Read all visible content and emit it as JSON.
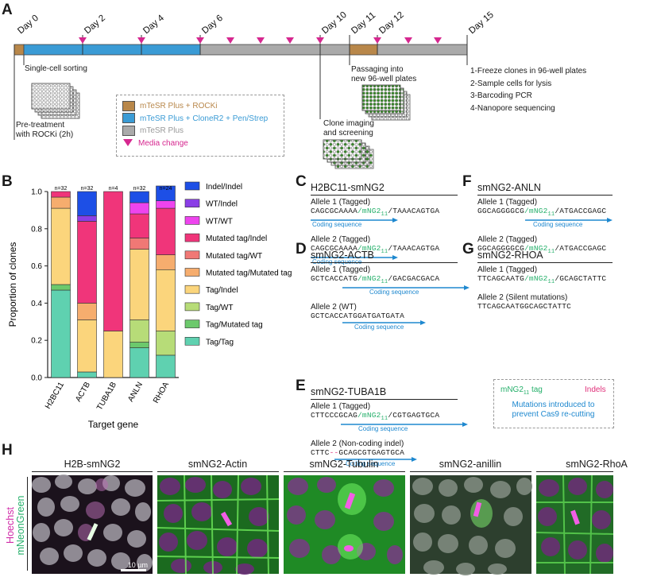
{
  "panel_labels": {
    "a": "A",
    "b": "B",
    "c": "C",
    "d": "D",
    "e": "E",
    "f": "F",
    "g": "G",
    "h": "H"
  },
  "panelA": {
    "days": [
      "Day 0",
      "Day 2",
      "Day 4",
      "Day 6",
      "Day 10",
      "Day 11",
      "Day 12",
      "Day 15"
    ],
    "notes": {
      "sorting": "Single-cell sorting",
      "pretreat1": "Pre-treatment",
      "pretreat2": "with ROCKi (2h)",
      "imaging1": "Clone imaging",
      "imaging2": "and screening",
      "passaging1": "Passaging into",
      "passaging2": "new 96-well plates"
    },
    "steps": [
      "1-Freeze clones in 96-well plates",
      "2-Sample cells for lysis",
      "3-Barcoding PCR",
      "4-Nanopore sequencing"
    ],
    "legend": [
      {
        "label": "mTeSR Plus + ROCKi",
        "color": "#b8874a"
      },
      {
        "label": "mTeSR Plus + CloneR2 + Pen/Strep",
        "color": "#3a9bd5"
      },
      {
        "label": "mTeSR Plus",
        "color": "#aaaaaa"
      },
      {
        "label": "Media change",
        "color": "#d6278f"
      }
    ]
  },
  "chart_data": {
    "type": "bar",
    "stacked": true,
    "categories": [
      "H2BC11",
      "ACTB",
      "TUBA1B",
      "ANLN",
      "RHOA"
    ],
    "n_labels": [
      "n=32",
      "n=32",
      "n=4",
      "n=32",
      "n=24"
    ],
    "ylabel": "Proportion of clones",
    "xlabel": "Target gene",
    "ylim": [
      0,
      1
    ],
    "yticks": [
      "0.0",
      "0.2",
      "0.4",
      "0.6",
      "0.8",
      "1.0"
    ],
    "series": [
      {
        "name": "Tag/Tag",
        "color": "#5fd1b0",
        "values": [
          0.47,
          0.03,
          0.0,
          0.16,
          0.12
        ]
      },
      {
        "name": "Tag/Mutated tag",
        "color": "#6cc96c",
        "values": [
          0.03,
          0.0,
          0.0,
          0.03,
          0.0
        ]
      },
      {
        "name": "Tag/WT",
        "color": "#b7dc78",
        "values": [
          0.0,
          0.0,
          0.0,
          0.12,
          0.13
        ]
      },
      {
        "name": "Tag/Indel",
        "color": "#fbd57c",
        "values": [
          0.41,
          0.28,
          0.25,
          0.38,
          0.33
        ]
      },
      {
        "name": "Mutated tag/Mutated tag",
        "color": "#f6ad6e",
        "values": [
          0.06,
          0.09,
          0.0,
          0.0,
          0.08
        ]
      },
      {
        "name": "Mutated tag/WT",
        "color": "#f07875",
        "values": [
          0.0,
          0.0,
          0.0,
          0.06,
          0.0
        ]
      },
      {
        "name": "Mutated tag/Indel",
        "color": "#f0357a",
        "values": [
          0.03,
          0.44,
          0.75,
          0.13,
          0.25
        ]
      },
      {
        "name": "WT/WT",
        "color": "#ee44ee",
        "values": [
          0.0,
          0.0,
          0.0,
          0.06,
          0.04
        ]
      },
      {
        "name": "WT/Indel",
        "color": "#8a3ee6",
        "values": [
          0.0,
          0.03,
          0.0,
          0.0,
          0.0
        ]
      },
      {
        "name": "Indel/Indel",
        "color": "#1d4fe6",
        "values": [
          0.0,
          0.13,
          0.0,
          0.06,
          0.08
        ]
      }
    ]
  },
  "seqs": {
    "coding": "Coding sequence",
    "C": {
      "title": "H2BC11-smNG2",
      "a1": "Allele 1 (Tagged)",
      "s1a": "CAGCGCAAAA",
      "s1b": "/mNG2",
      "s1sub": "11",
      "s1c": "/TAAACAGTGA",
      "a2": "Allele 2 (Tagged)",
      "s2a": "CAGCGCAAAA",
      "s2b": "/mNG2",
      "s2sub": "11",
      "s2c": "/TAAACAGTGA"
    },
    "D": {
      "title": "smNG2-ACTB",
      "a1": "Allele 1 (Tagged)",
      "s1a": "GCTCACCATG",
      "s1b": "/mNG2",
      "s1sub": "11",
      "s1c": "/GACGACGACA",
      "a2": "Allele 2 (WT)",
      "s2": "GCTCACCATGGATGATGATA"
    },
    "E": {
      "title": "smNG2-TUBA1B",
      "a1": "Allele 1 (Tagged)",
      "s1a": "CTTCCCGCAG",
      "s1b": "/mNG2",
      "s1sub": "11",
      "s1c": "/CGTGAGTGCA",
      "a2": "Allele 2 (Non-coding indel)",
      "s2a": "CTTC",
      "s2b": "--",
      "s2c": "GCAGCGTGAGTGCA"
    },
    "F": {
      "title": "smNG2-ANLN",
      "a1": "Allele 1 (Tagged)",
      "s1a": "GGCAGGGGCG",
      "s1b": "/mNG2",
      "s1sub": "11",
      "s1c": "/ATGACCGAGC",
      "a2": "Allele 2 (Tagged)",
      "s2a": "GGCAGGGGCG",
      "s2b": "/mNG2",
      "s2sub": "11",
      "s2c": "/ATGACCGAGC"
    },
    "G": {
      "title": "smNG2-RHOA",
      "a1": "Allele 1 (Tagged)",
      "s1a": "TTCAGCAATG",
      "s1b": "/mNG2",
      "s1sub": "11",
      "s1c": "/GCAGCTATTC",
      "a2": "Allele 2 (Silent mutations)",
      "s2": "TTCAGCAATGGCAGCTATTC"
    },
    "legend": {
      "tag": "mNG2",
      "tagsub": "11",
      "tagword": "tag",
      "indels": "Indels",
      "mut1": "Mutations introduced to",
      "mut2": "prevent Cas9 re-cutting"
    }
  },
  "panelH": {
    "titles": [
      "H2B-smNG2",
      "smNG2-Actin",
      "smNG2-Tubulin",
      "smNG2-anillin",
      "smNG2-RhoA"
    ],
    "side_hoechst": "Hoechst",
    "side_mng": "mNeonGreen",
    "scalebar": "10 µm"
  }
}
